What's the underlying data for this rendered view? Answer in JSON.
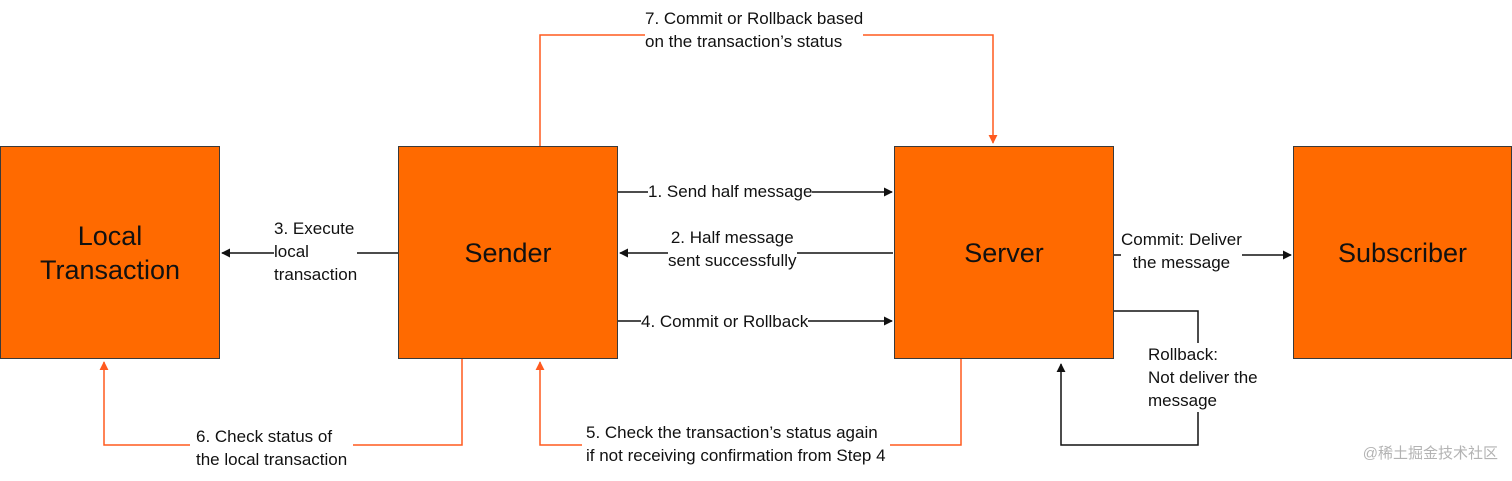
{
  "colors": {
    "box_fill": "#ff6a00",
    "box_border": "#3a3a3a",
    "orange_line": "#ff5a1f",
    "black_line": "#111111"
  },
  "nodes": {
    "local_transaction": "Local\nTransaction",
    "sender": "Sender",
    "server": "Server",
    "subscriber": "Subscriber"
  },
  "labels": {
    "step1": "1. Send half message",
    "step2": "2. Half message\nsent successfully",
    "step3": "3. Execute\nlocal\ntransaction",
    "step4": "4. Commit or Rollback",
    "step5": "5. Check the transaction’s status again\nif not receiving confirmation from Step 4",
    "step6": "6. Check status of\nthe local transaction",
    "step7": "7. Commit or Rollback based\non the transaction’s status",
    "commit": "Commit: Deliver\nthe message",
    "rollback": "Rollback:\nNot deliver the\nmessage"
  },
  "watermark": "@稀土掘金技术社区"
}
